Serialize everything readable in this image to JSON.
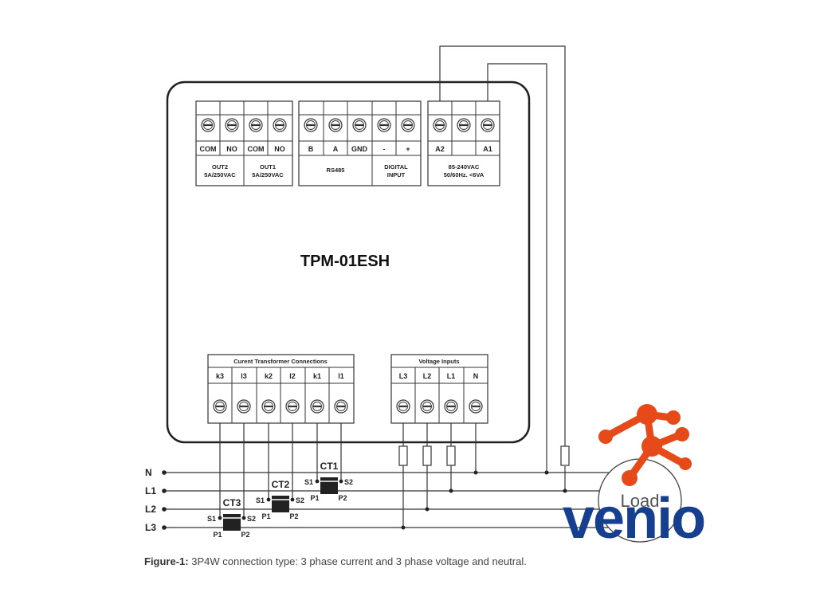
{
  "device": {
    "model": "TPM-01ESH"
  },
  "top_terminals": {
    "relay": {
      "labels": [
        "COM",
        "NO",
        "COM",
        "NO"
      ],
      "groups": [
        {
          "name": "OUT2",
          "rating": "5A/250VAC"
        },
        {
          "name": "OUT1",
          "rating": "5A/250VAC"
        }
      ]
    },
    "comm": {
      "labels": [
        "B",
        "A",
        "GND",
        "-",
        "+"
      ],
      "groups": [
        {
          "name": "RS485"
        },
        {
          "name": "DIGITAL",
          "name2": "INPUT"
        }
      ]
    },
    "power": {
      "labels": [
        "A2",
        "",
        "A1"
      ],
      "desc1": "85-240VAC",
      "desc2": "50/60Hz. <6VA"
    }
  },
  "bottom_terminals": {
    "ct": {
      "title": "Curent Transformer Connections",
      "labels": [
        "k3",
        "l3",
        "k2",
        "l2",
        "k1",
        "l1"
      ]
    },
    "voltage": {
      "title": "Voltage Inputs",
      "labels": [
        "L3",
        "L2",
        "L1",
        "N"
      ]
    }
  },
  "lines": [
    "N",
    "L1",
    "L2",
    "L3"
  ],
  "current_transformers": [
    {
      "name": "CT1",
      "s1": "S1",
      "s2": "S2",
      "p1": "P1",
      "p2": "P2"
    },
    {
      "name": "CT2",
      "s1": "S1",
      "s2": "S2",
      "p1": "P1",
      "p2": "P2"
    },
    {
      "name": "CT3",
      "s1": "S1",
      "s2": "S2",
      "p1": "P1",
      "p2": "P2"
    }
  ],
  "load_label": "Load",
  "caption": {
    "prefix": "Figure-1:",
    "text": " 3P4W connection type: 3 phase current and 3 phase voltage and neutral."
  },
  "watermark": {
    "text": "venio",
    "colors": {
      "brand_blue": "#163f8f",
      "brand_orange": "#e64a19"
    }
  }
}
